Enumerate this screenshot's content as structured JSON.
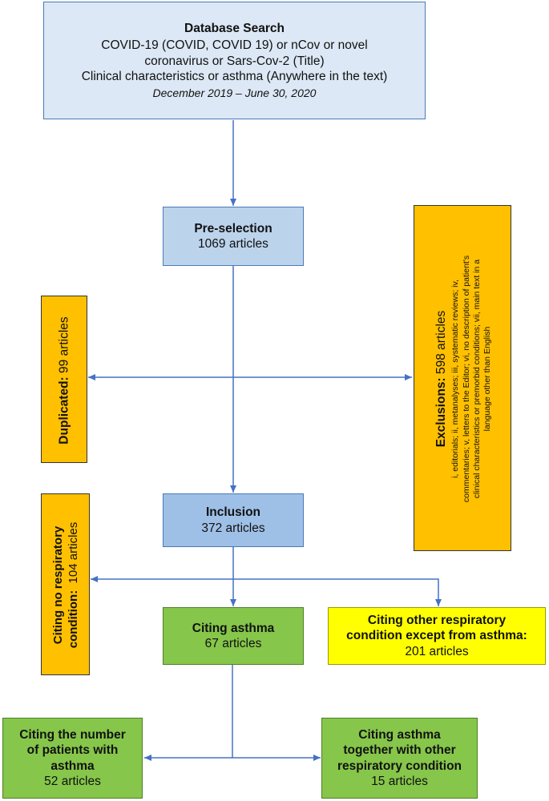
{
  "database_search": {
    "title": "Database Search",
    "line1": "COVID-19 (COVID, COVID 19) or nCov or novel",
    "line2": "coronavirus or Sars-Cov-2 (Title)",
    "line3": "Clinical characteristics or asthma  (Anywhere in the text)",
    "dates": "December 2019 – June 30, 2020"
  },
  "preselection": {
    "title": "Pre-selection",
    "count": "1069 articles"
  },
  "duplicated": {
    "label": "Duplicated:",
    "count": " 99 articles"
  },
  "exclusions": {
    "label": "Exclusions:",
    "count": " 598 articles",
    "line1": "i, editorials; ii, metanalyses; iii, systematic reviews; iv,",
    "line2": "commentaries; v, letters to the Editor; vi, no description of patient's",
    "line3": "clinical characteristics or premorbid conditions; vii, main text in a",
    "line4": "language other than English"
  },
  "inclusion": {
    "title": "Inclusion",
    "count": "372 articles"
  },
  "no_respiratory": {
    "label_line1": "Citing no respiratory",
    "label_line2": "condition:",
    "count": "  104 articles"
  },
  "citing_asthma": {
    "title": "Citing asthma",
    "count": "67 articles"
  },
  "other_respiratory": {
    "title_line1": "Citing other respiratory",
    "title_line2": "condition except from asthma:",
    "count": "201 articles"
  },
  "number_patients": {
    "title_line1": "Citing the number",
    "title_line2": "of patients with",
    "title_line3": "asthma",
    "count": "52 articles"
  },
  "asthma_together": {
    "title_line1": "Citing asthma",
    "title_line2": "together with other",
    "title_line3": "respiratory condition",
    "count": "15 articles"
  },
  "colors": {
    "arrow": "#4472c4",
    "blue_light": "#dce8f5",
    "blue_mid": "#bcd3ec",
    "blue_dark": "#9ec0e6",
    "green": "#86c64a",
    "yellow": "#ffff00",
    "orange": "#ffc000"
  }
}
